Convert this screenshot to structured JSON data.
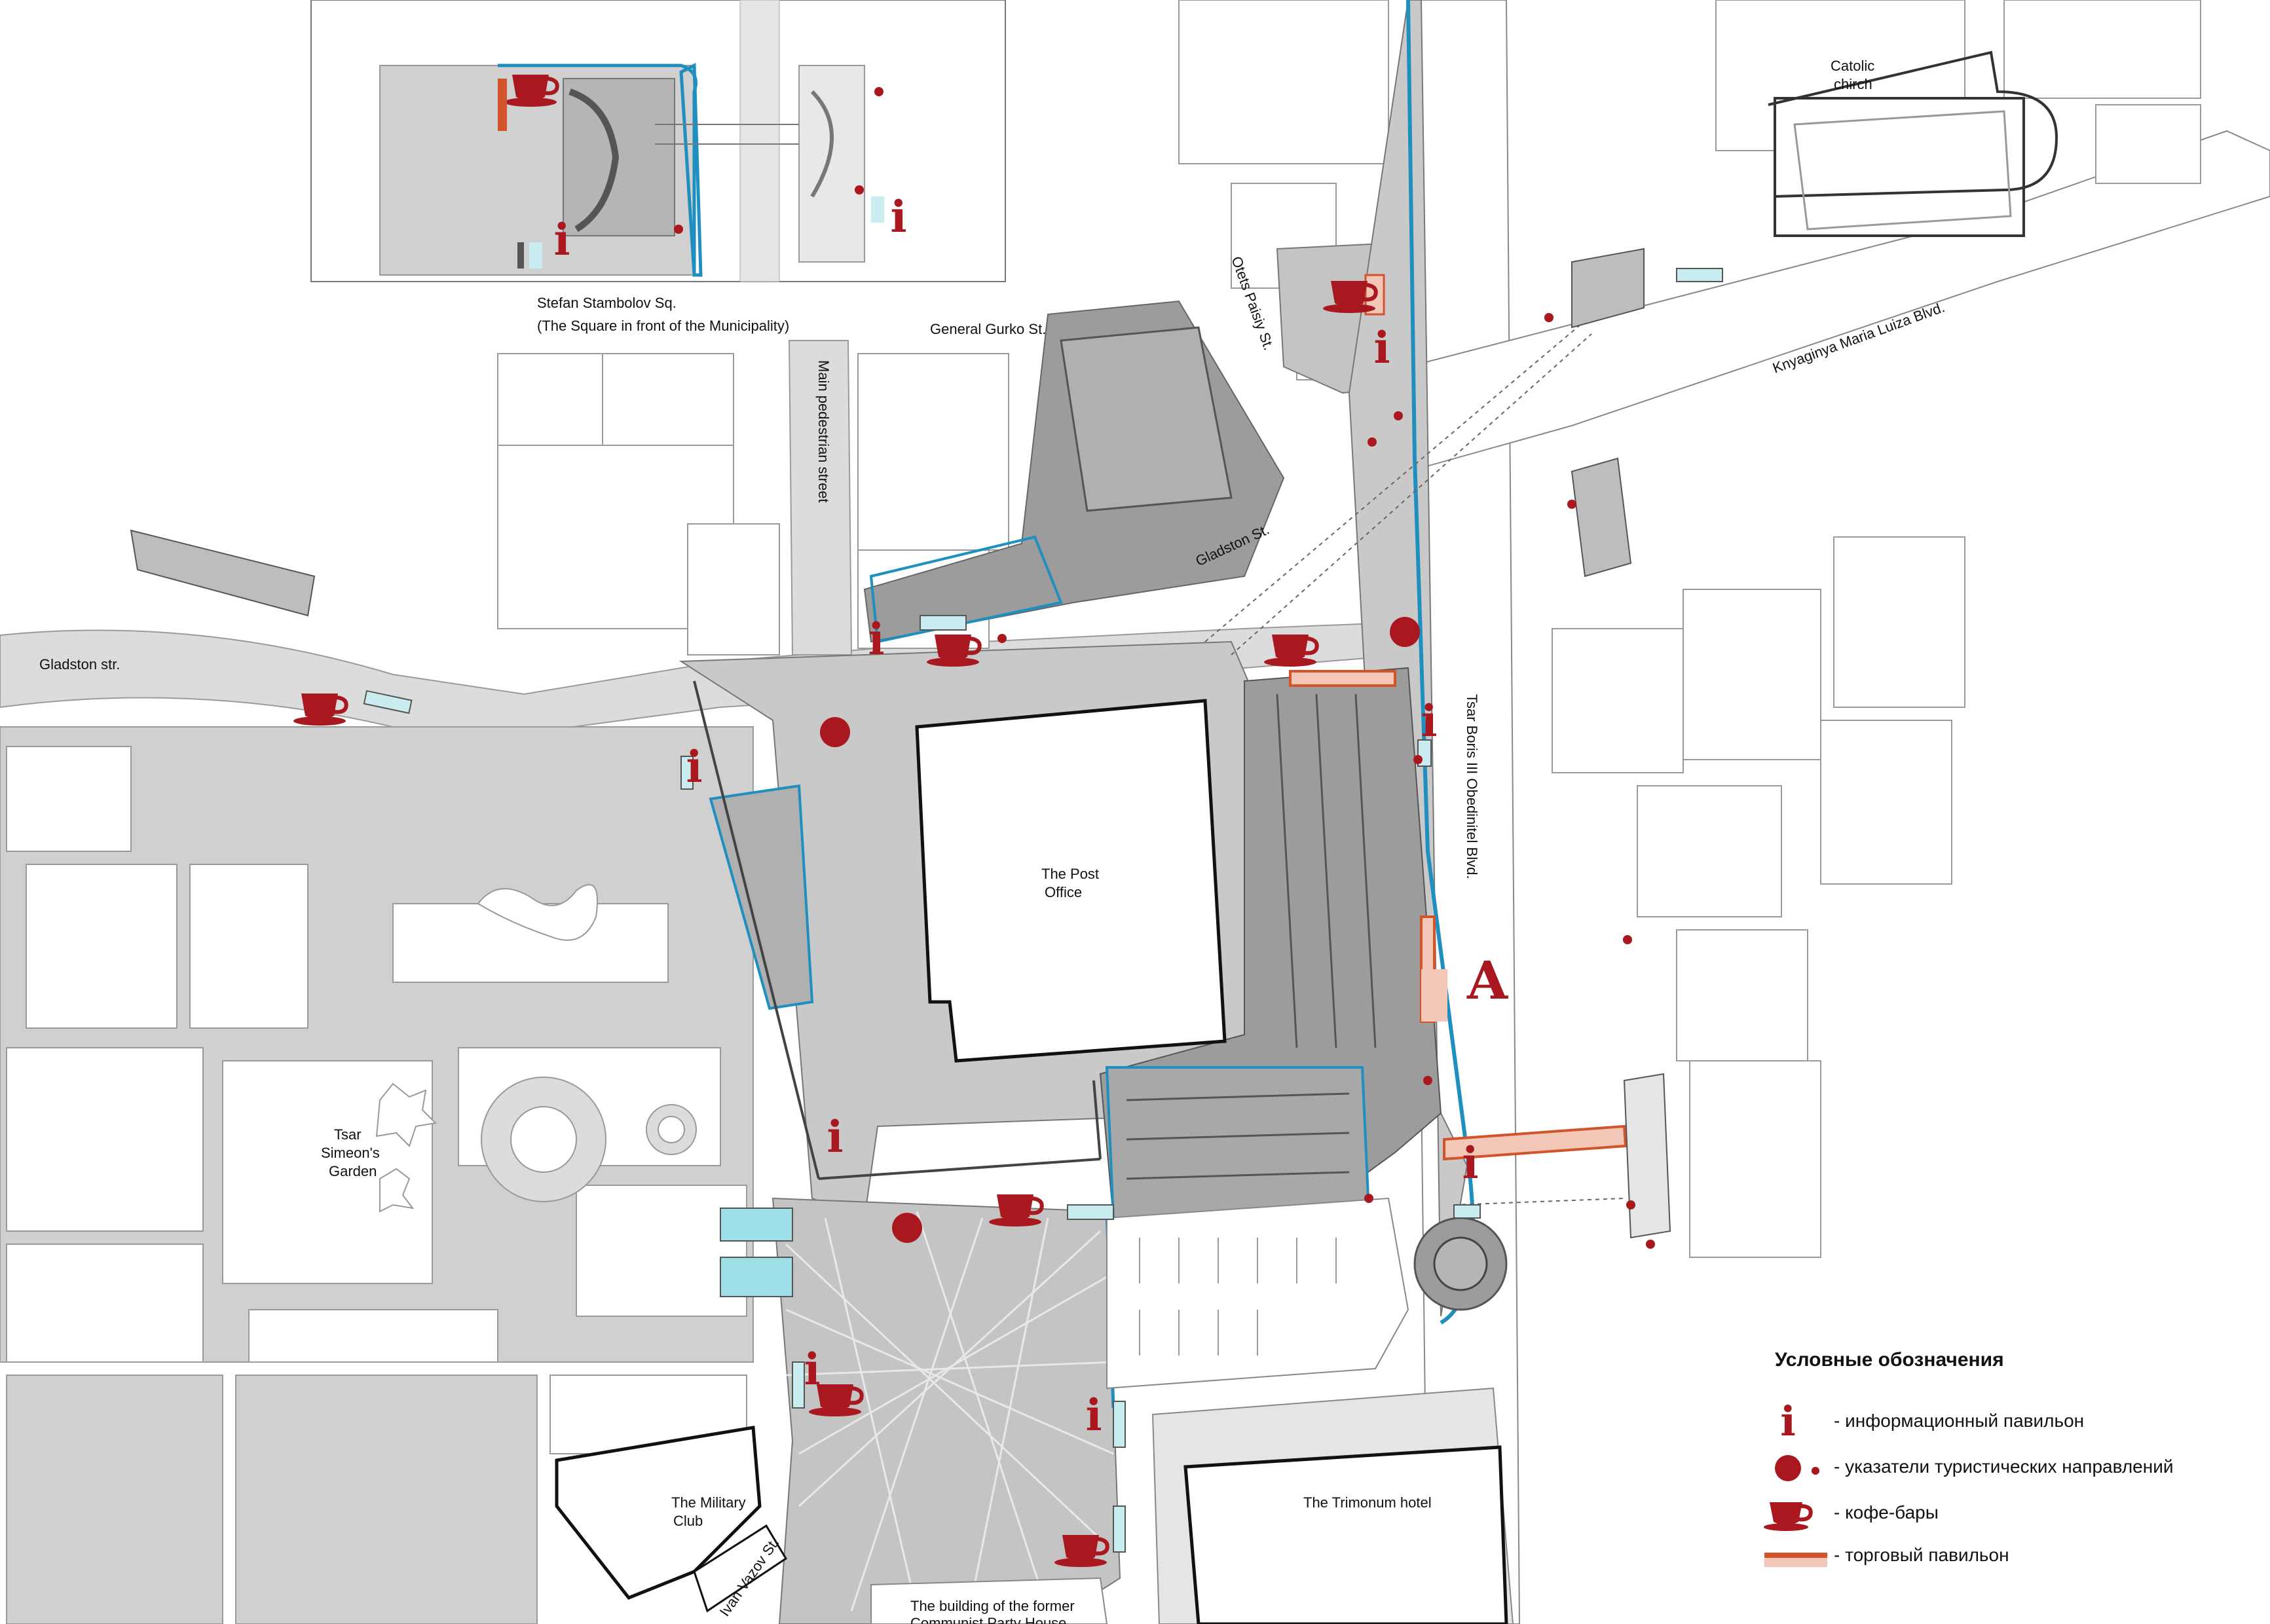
{
  "colors": {
    "background": "#ffffff",
    "street": "#d6d6d6",
    "plaza": "#c9c9c9",
    "dark_area": "#9c9c9c",
    "building_outline": "#9a9a9a",
    "water_blue": "#1f8fbf",
    "accent_red": "#a8181e",
    "trade_orange": "#d2542a",
    "trade_fill": "#f3c7b8",
    "glass": "#c8ecef"
  },
  "labels": {
    "stambolov_sq": "Stefan Stambolov Sq.",
    "stambolov_sub": "(The Square in front of the Municipality)",
    "gurko": "General Gurko St.",
    "pedestrian": "Main pedestrian street",
    "paisiy": "Otets Paisiy St.",
    "maria_luiza": "Knyaginya Maria Luiza Blvd.",
    "catholic_1": "Catolic",
    "catholic_2": "chirch",
    "gladston_st": "Gladston St.",
    "gladston_str": "Gladston str.",
    "boris": "Tsar Boris III Obedinitel Blvd.",
    "post_1": "The Post",
    "post_2": "Office",
    "garden_1": "Tsar",
    "garden_2": "Simeon's",
    "garden_3": "Garden",
    "military_1": "The Military",
    "military_2": "Club",
    "vazov": "Ivan Vazov St.",
    "communist_1": "The building of the former",
    "communist_2": "Communist Party House",
    "trimonum": "The Trimonum  hotel",
    "zone_a": "A"
  },
  "legend": {
    "title": "Условные обозначения",
    "items": [
      {
        "icon": "info-icon",
        "text": "- информационный павильон"
      },
      {
        "icon": "signpost-dot-icon",
        "text": "- указатели туристических направлений"
      },
      {
        "icon": "coffee-cup-icon",
        "text": "- кофе-бары"
      },
      {
        "icon": "trade-pavilion-icon",
        "text": "- торговый павильон"
      }
    ]
  },
  "info_glyph": "i"
}
